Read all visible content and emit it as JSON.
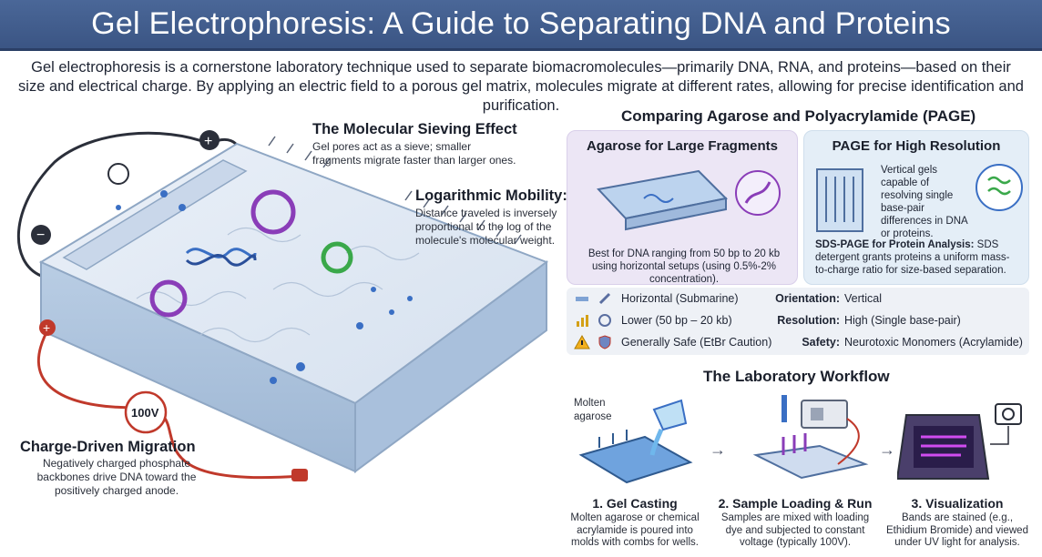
{
  "title": "Gel Electrophoresis: A Guide to Separating DNA and Proteins",
  "intro": "Gel electrophoresis is a cornerstone laboratory technique used to separate biomacromolecules—primarily DNA, RNA, and proteins—based on their size and electrical charge. By applying an electric field to a porous gel matrix, molecules migrate at different rates, allowing for precise identification and purification.",
  "diagram": {
    "sieving_title": "The Molecular Sieving Effect",
    "sieving_text": "Gel pores act as a sieve; smaller fragments migrate faster than larger ones.",
    "log_title": "Logarithmic Mobility:",
    "log_text": "Distance traveled is inversely proportional to the log of the molecule's molecular weight.",
    "charge_title": "Charge-Driven Migration",
    "charge_text": "Negatively charged phosphate backbones drive DNA toward the positively charged anode.",
    "voltage": "100V",
    "plus": "+",
    "minus": "−"
  },
  "comparison": {
    "title": "Comparing Agarose and Polyacrylamide (PAGE)",
    "agarose": {
      "heading": "Agarose for Large Fragments",
      "desc": "Best for DNA ranging from 50 bp to 20 kb using horizontal setups (using 0.5%-2% concentration)."
    },
    "page": {
      "heading": "PAGE for High Resolution",
      "desc": "Vertical gels capable of resolving single base-pair differences in DNA or proteins.",
      "sds_title": "SDS-PAGE for Protein Analysis:",
      "sds_text": "SDS detergent grants proteins a uniform mass-to-charge ratio for size-based separation."
    },
    "rows": [
      {
        "agarose": "Horizontal (Submarine)",
        "label": "Orientation:",
        "page": "Vertical"
      },
      {
        "agarose": "Lower (50 bp – 20 kb)",
        "label": "Resolution:",
        "page": "High (Single base-pair)"
      },
      {
        "agarose": "Generally Safe (EtBr Caution)",
        "label": "Safety:",
        "page": "Neurotoxic Monomers (Acrylamide)"
      }
    ]
  },
  "workflow": {
    "title": "The Laboratory Workflow",
    "molten_label": "Molten agarose",
    "steps": [
      {
        "title": "1. Gel Casting",
        "desc": "Molten agarose or chemical acrylamide is poured into molds with combs for wells."
      },
      {
        "title": "2. Sample Loading & Run",
        "desc": "Samples are mixed with loading dye and subjected to constant voltage (typically 100V)."
      },
      {
        "title": "3. Visualization",
        "desc": "Bands are stained (e.g., Ethidium Bromide) and viewed under UV light for analysis."
      }
    ]
  },
  "colors": {
    "title_bg": "#3f5a8a",
    "agarose_panel": "#ece6f5",
    "page_panel": "#e4eef7",
    "gel": "#dfe8f3",
    "dna_blue": "#3a6fc4",
    "protein_purple": "#8a3db8",
    "protein_green": "#3aa84a",
    "wire_red": "#c0392b"
  }
}
